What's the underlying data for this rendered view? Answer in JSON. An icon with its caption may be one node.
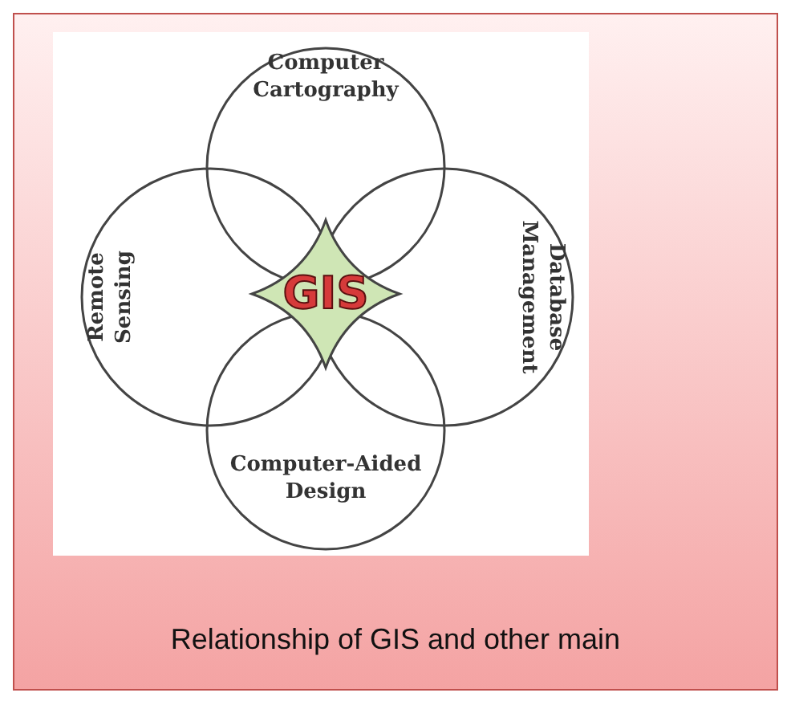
{
  "diagram": {
    "caption": "Relationship of GIS and other main",
    "nodes": [
      {
        "text": [
          "Computer Cartography"
        ]
      },
      {
        "text": [
          "Remote Sensing"
        ]
      },
      {
        "text": [
          "Database Management"
        ]
      },
      {
        "text": [
          "Computer-Aided Design"
        ]
      },
      {
        "text": [
          "GIS"
        ]
      }
    ],
    "edges": []
  }
}
